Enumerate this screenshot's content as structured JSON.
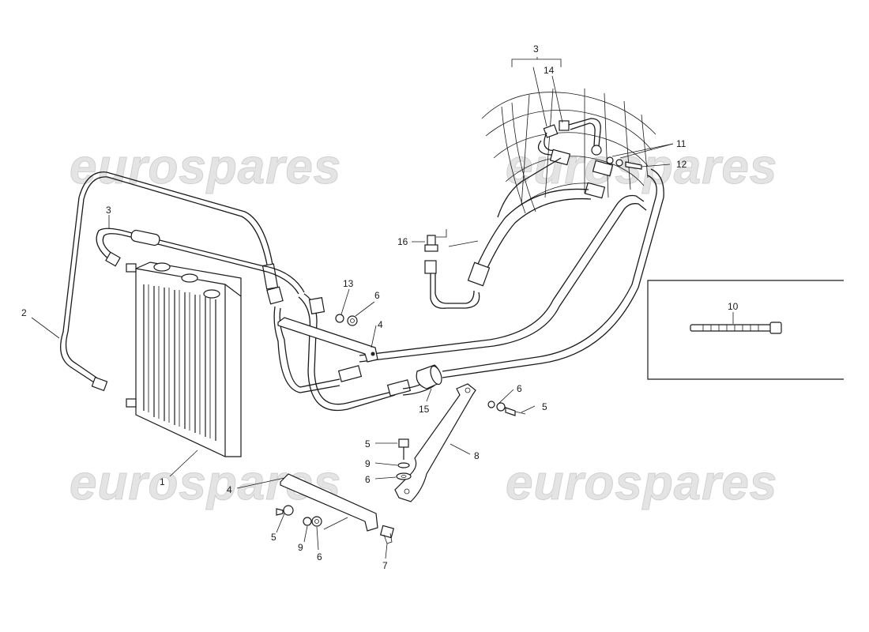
{
  "watermark": {
    "text": "eurospares"
  },
  "callouts": {
    "c1": "1",
    "c2": "2",
    "c3a": "3",
    "c3b": "3",
    "c4a": "4",
    "c4b": "4",
    "c5a": "5",
    "c5b": "5",
    "c5c": "5",
    "c6a": "6",
    "c6b": "6",
    "c6c": "6",
    "c6d": "6",
    "c7": "7",
    "c8": "8",
    "c9a": "9",
    "c9b": "9",
    "c10": "10",
    "c11": "11",
    "c12": "12",
    "c13": "13",
    "c14": "14",
    "c15": "15",
    "c16": "16"
  }
}
